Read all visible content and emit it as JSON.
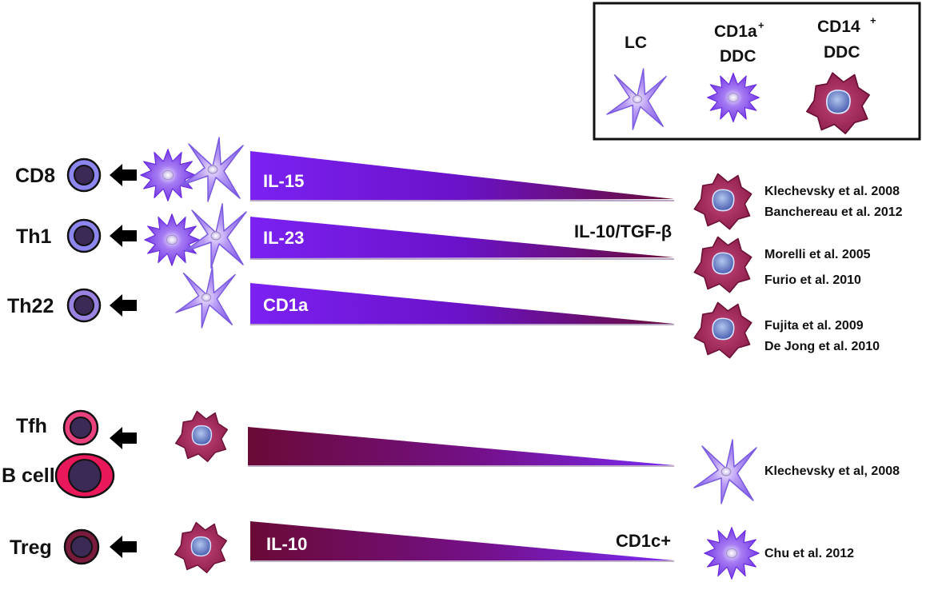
{
  "legend": {
    "lc_label": "LC",
    "cd1a_label": "CD1a",
    "cd1a_sup": "+",
    "cd1a_sub": "DDC",
    "cd14_label": "CD14",
    "cd14_sup": "+",
    "cd14_sub": "DDC"
  },
  "cells": {
    "cd8": "CD8",
    "th1": "Th1",
    "th22": "Th22",
    "tfh": "Tfh",
    "bcell": "B cell",
    "treg": "Treg"
  },
  "wedges": {
    "il15": "IL-15",
    "il23": "IL-23",
    "cd1a": "CD1a",
    "il10": "IL-10"
  },
  "side_labels": {
    "il10_tgfb": "IL-10/TGF-β",
    "cd1c": "CD1c+"
  },
  "references": {
    "ref1": "Klechevsky et al. 2008",
    "ref2": "Banchereau et al. 2012",
    "ref3": "Morelli et al. 2005",
    "ref4": "Furio et al. 2010",
    "ref5": "Fujita et al. 2009",
    "ref6": "De Jong et al. 2010",
    "ref7": "Klechevsky et al, 2008",
    "ref8": "Chu et al. 2012"
  },
  "colors": {
    "purple": "#7a1ff0",
    "maroon": "#6e0a38",
    "cd8_cell": "#8c86ee",
    "th22_cell": "#9a82e0",
    "tfh_cell": "#e8417e",
    "treg_cell": "#7a1a3c",
    "cell_nucleus": "#3a2a55"
  }
}
